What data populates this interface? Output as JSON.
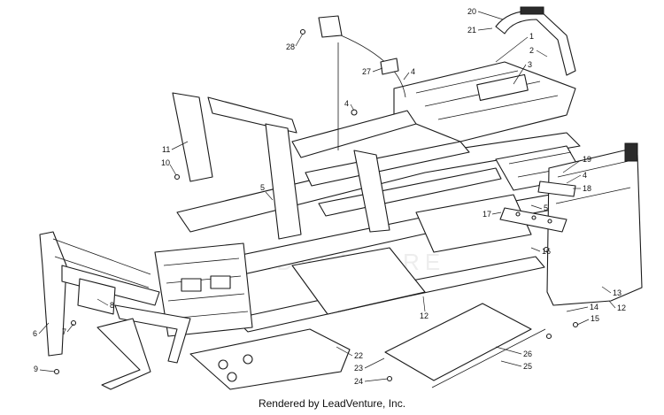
{
  "footer": {
    "text": "Rendered by LeadVenture, Inc."
  },
  "callouts": [
    "1",
    "2",
    "3",
    "4",
    "5",
    "6",
    "7",
    "8",
    "9",
    "10",
    "11",
    "12",
    "13",
    "14",
    "15",
    "16",
    "17",
    "18",
    "19",
    "20",
    "21",
    "22",
    "23",
    "24",
    "25",
    "26",
    "27",
    "28"
  ]
}
